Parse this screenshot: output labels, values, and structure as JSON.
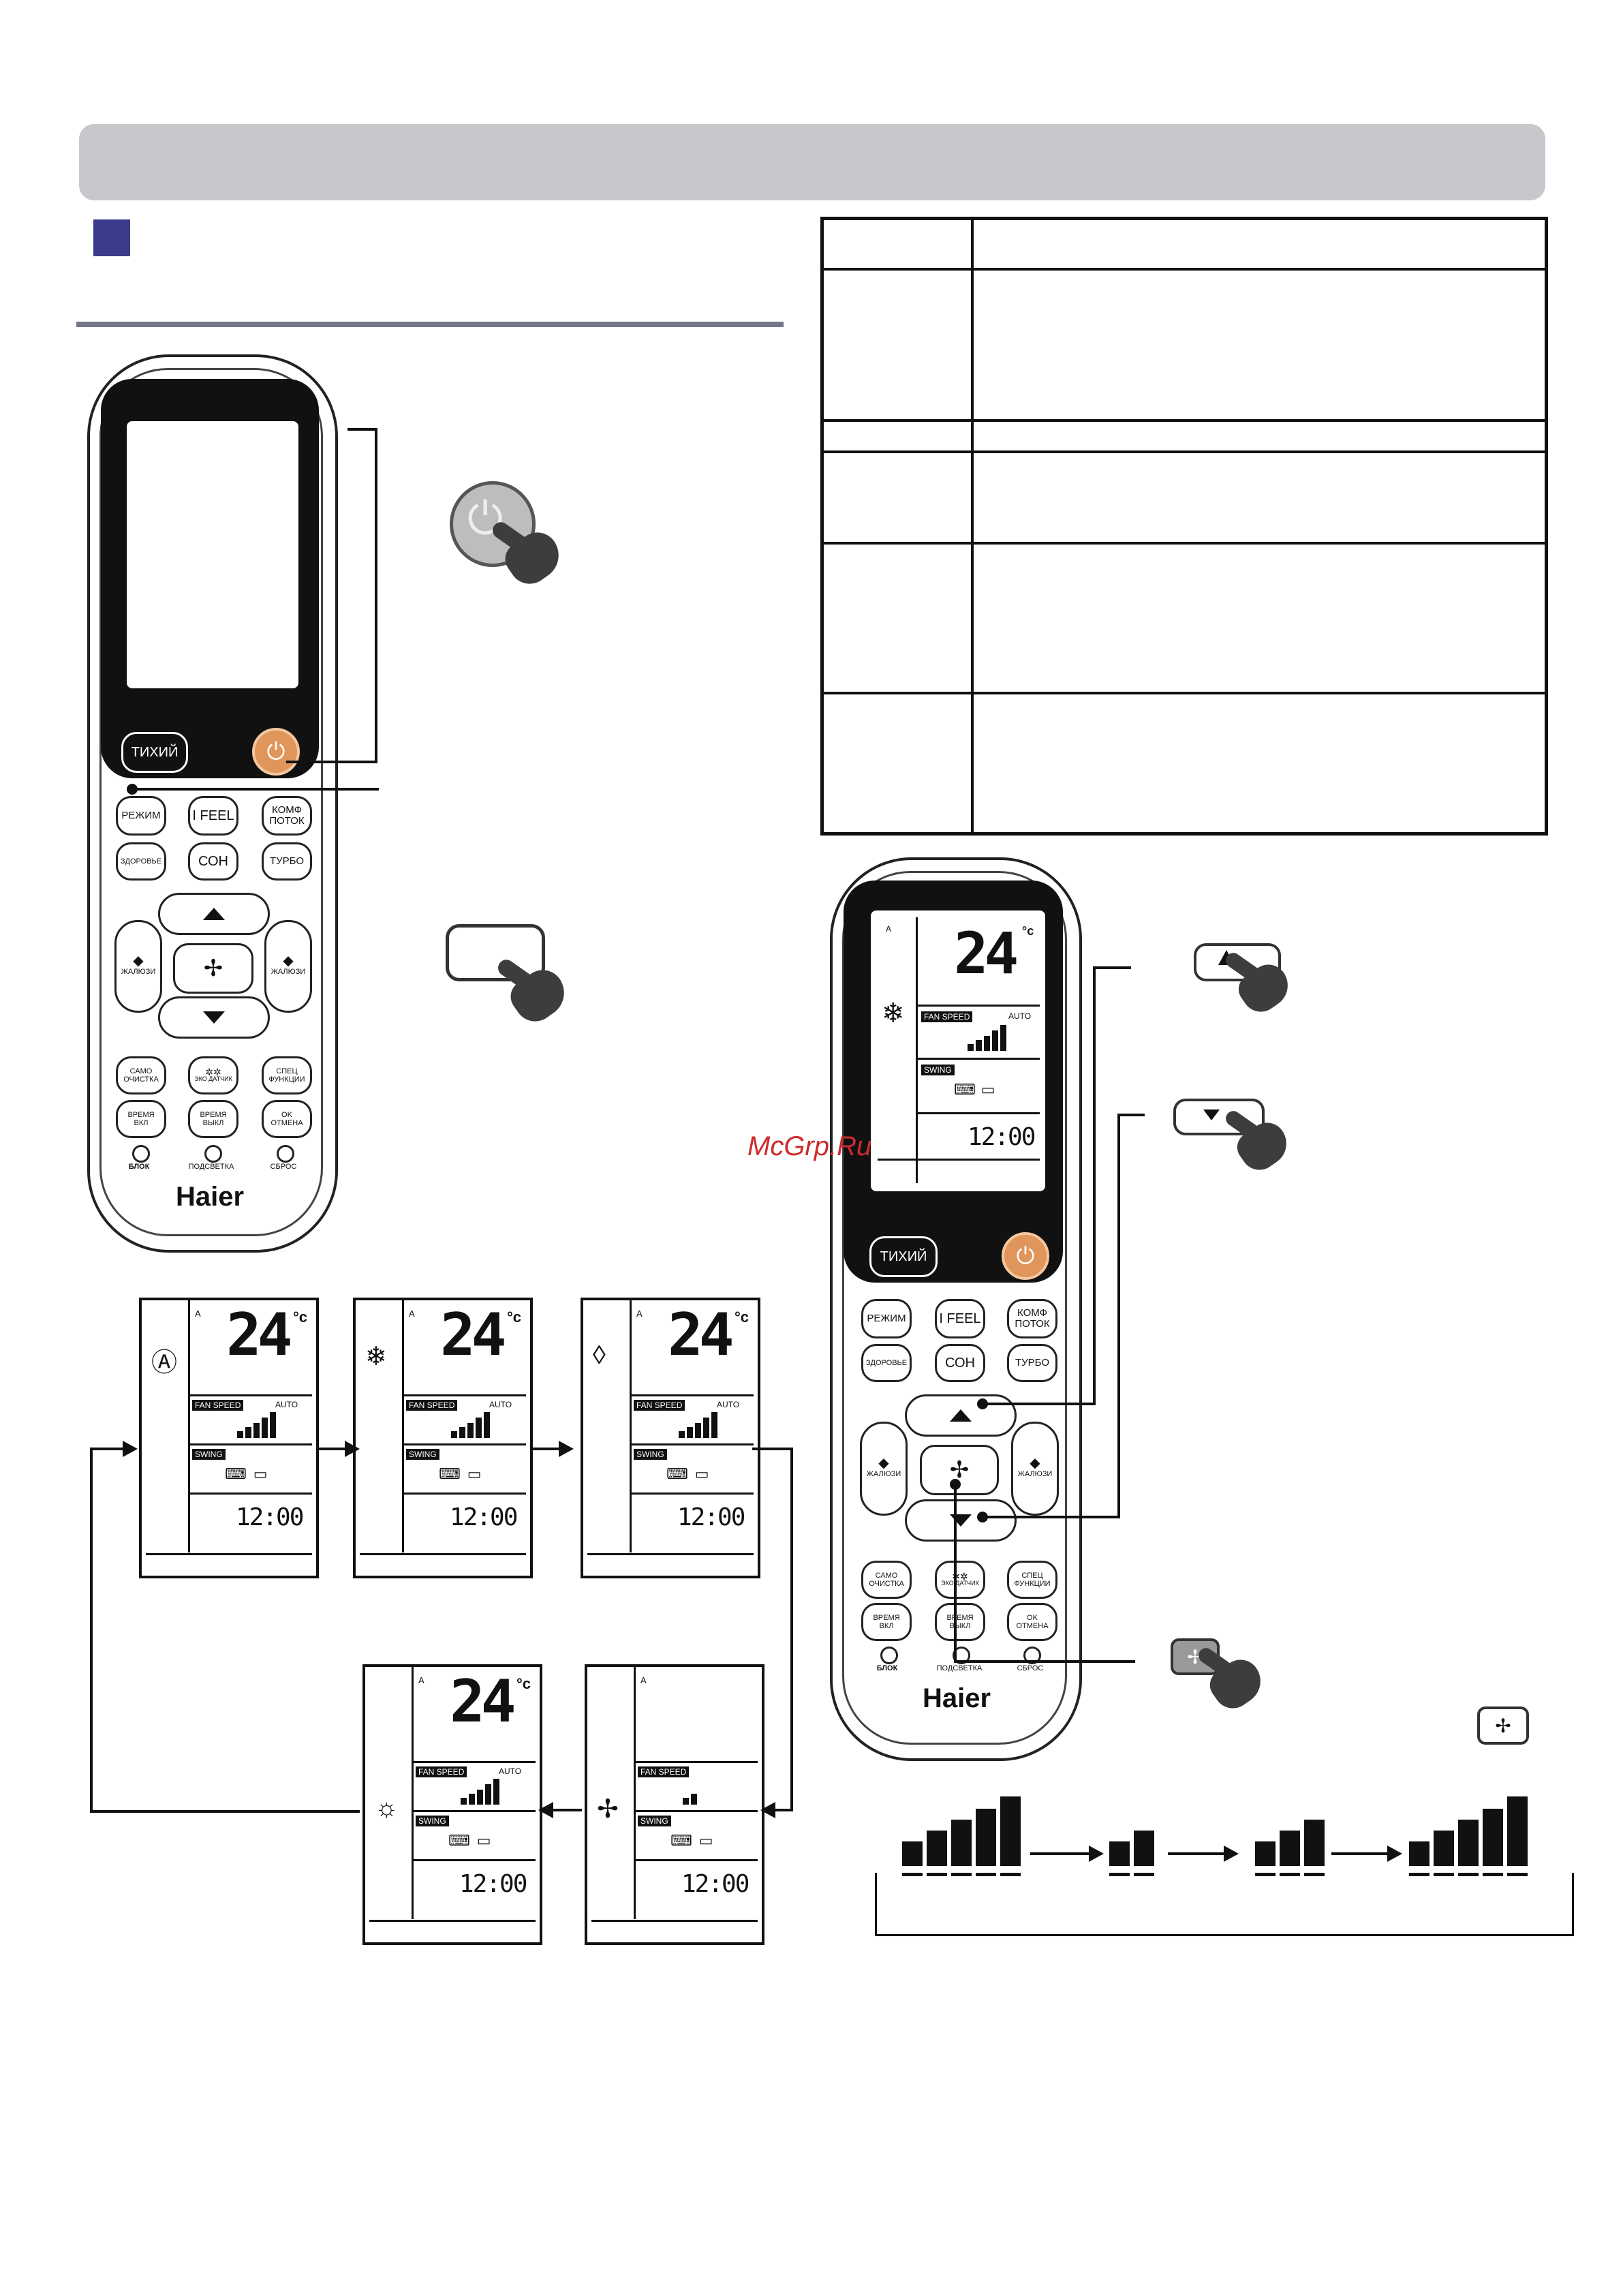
{
  "remote": {
    "brand": "Haier",
    "silent_label": "ТИХИЙ",
    "buttons": {
      "mode": "РЕЖИМ",
      "ifeel": "I FEEL",
      "comfort_line1": "КОМФ",
      "comfort_line2": "ПОТОК",
      "health": "ЗДОРОВЬЕ",
      "sleep": "СОН",
      "turbo": "ТУРБО",
      "louver_left": "ЖАЛЮЗИ",
      "louver_right": "ЖАЛЮЗИ",
      "selfclean_line1": "САМО",
      "selfclean_line2": "ОЧИСТКА",
      "sensor": "ЭКО ДАТЧИК",
      "special_line1": "СПЕЦ",
      "special_line2": "ФУНКЦИИ",
      "timer_on_line1": "ВРЕМЯ",
      "timer_on_line2": "ВКЛ",
      "timer_off_line1": "ВРЕМЯ",
      "timer_off_line2": "ВЫКЛ",
      "ok_line1": "OK",
      "ok_line2": "ОТМЕНА"
    },
    "leds": {
      "lock": "БЛОК",
      "backlight": "ПОДСВЕТКА",
      "reset": "СБРОС"
    }
  },
  "lcd": {
    "temperature": "24",
    "degree": "°c",
    "a_mark": "A",
    "fan_speed_tag": "FAN SPEED",
    "auto_label": "AUTO",
    "swing_tag": "SWING",
    "clock": "12:00"
  },
  "watermark": "McGrp.Ru"
}
